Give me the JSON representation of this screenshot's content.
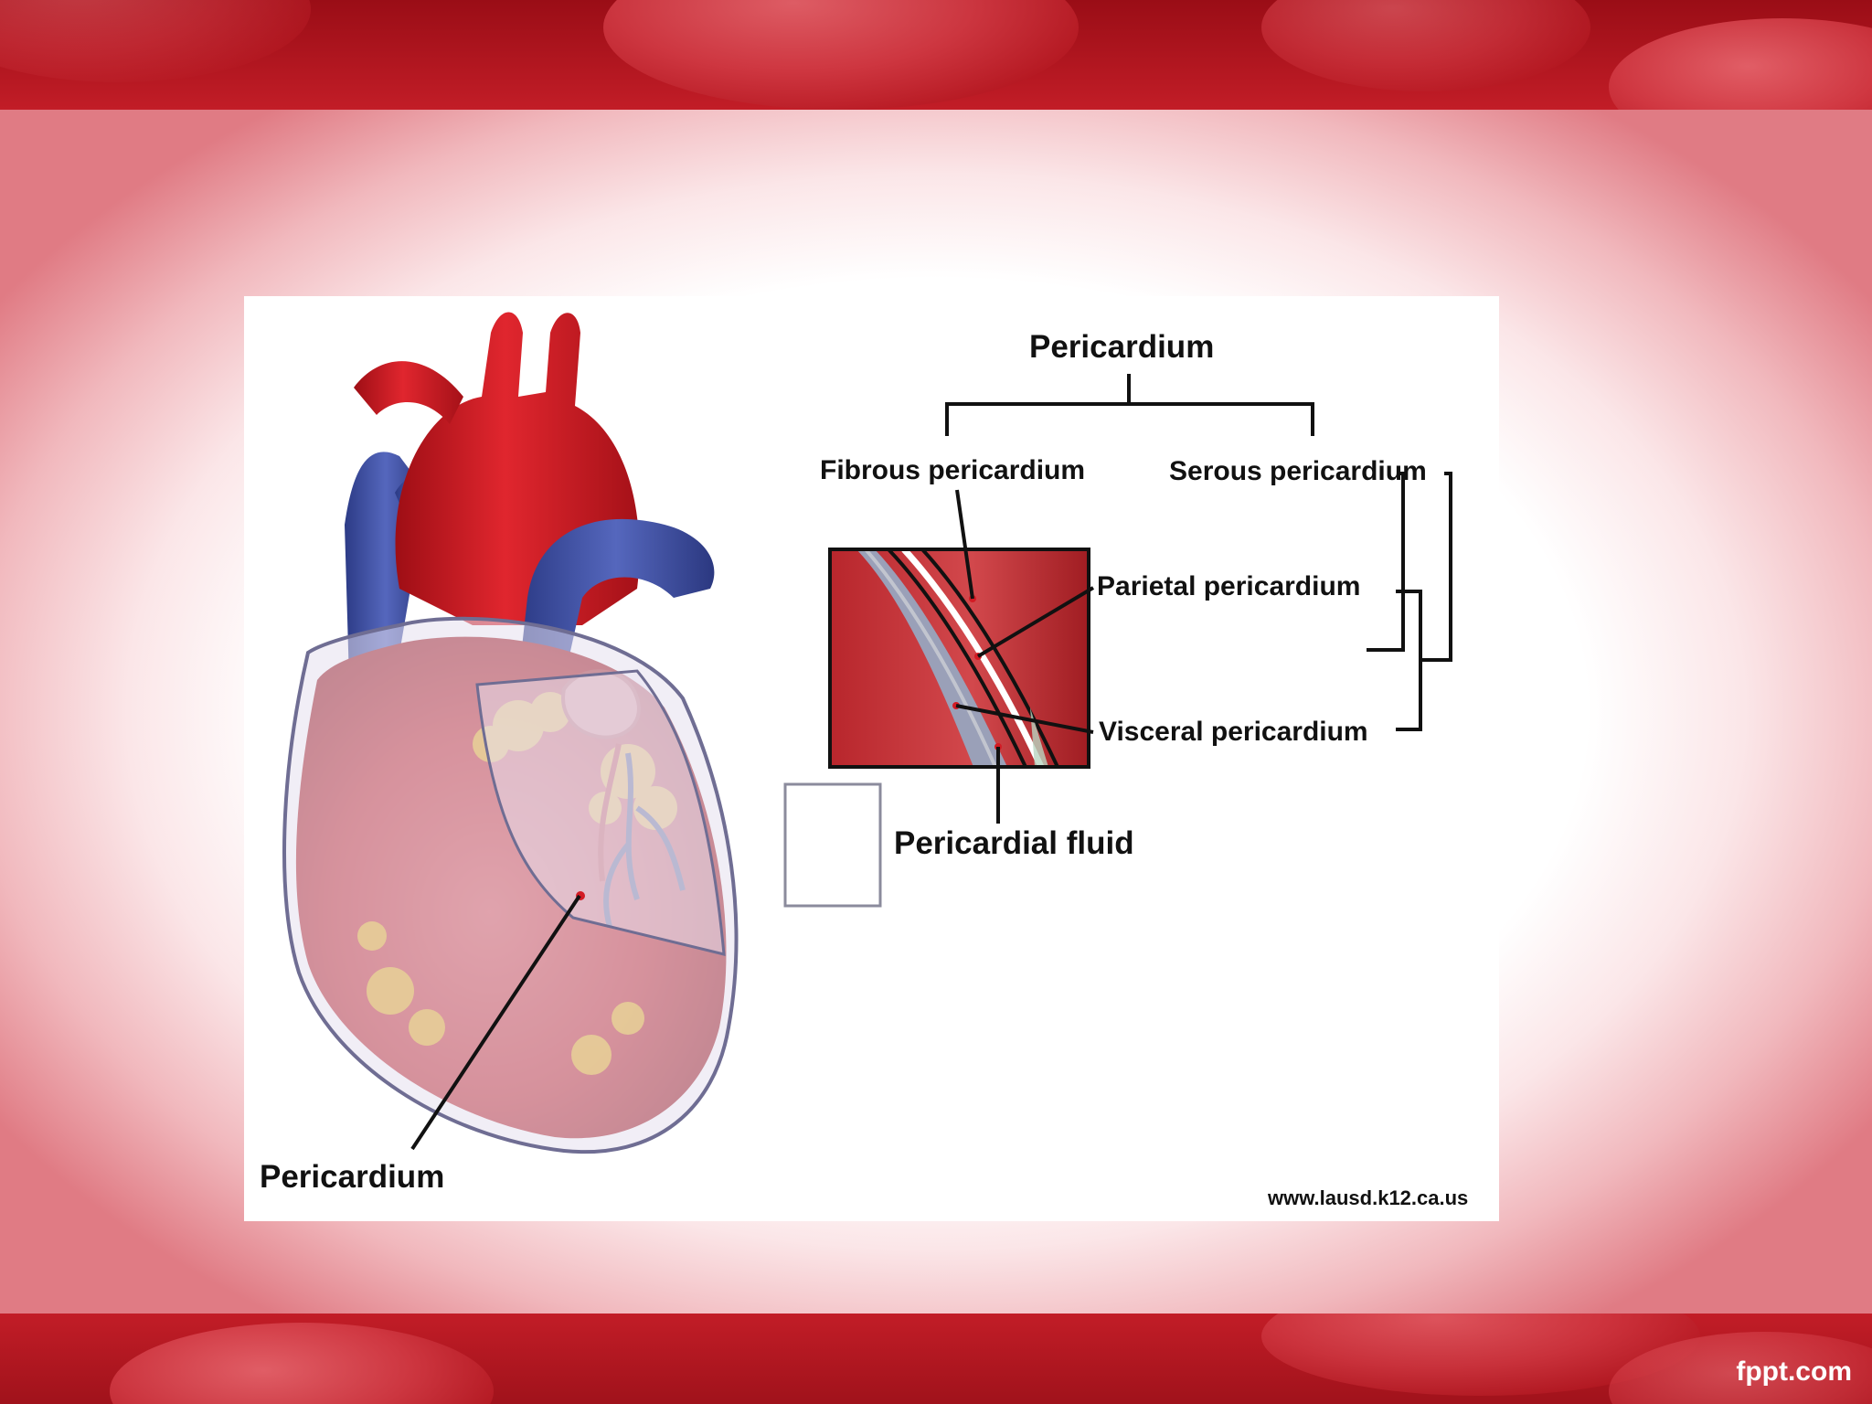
{
  "diagram": {
    "main_title": "Pericardium",
    "fibrous_label": "Fibrous pericardium",
    "serous_label": "Serous pericardium",
    "parietal_label": "Parietal pericardium",
    "visceral_label": "Visceral pericardium",
    "fluid_label": "Pericardial fluid",
    "heart_label": "Pericardium",
    "source_credit": "www.lausd.k12.ca.us"
  },
  "slide": {
    "brand": "fppt.com"
  },
  "colors": {
    "artery_red": "#cc1c23",
    "vein_blue": "#3f52a6",
    "muscle_red": "#c4343a",
    "fat_yellow": "#e8b72e",
    "pericardium_overlay": "#d9d3e8"
  }
}
